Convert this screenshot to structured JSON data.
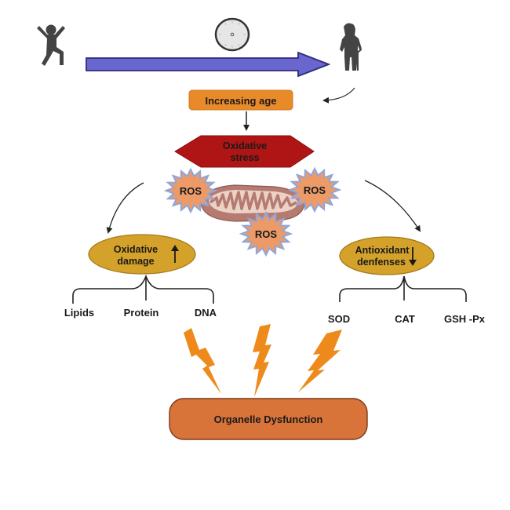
{
  "diagram": {
    "timeline": {
      "young_person_icon": "person-jumping",
      "clock_icon": "clock",
      "elderly_person_icon": "elderly-person-with-cane",
      "arrow_color": "#6a66d0"
    },
    "increasing_age": {
      "label": "Increasing age",
      "color": "#e98a2a"
    },
    "oxidative_stress": {
      "line1": "Oxidative",
      "line2": "stress",
      "color": "#b01515"
    },
    "ros_bursts": [
      {
        "label": "ROS"
      },
      {
        "label": "ROS"
      },
      {
        "label": "ROS"
      }
    ],
    "mitochondrion": {
      "icon": "mitochondrion"
    },
    "oxidative_damage": {
      "line1": "Oxidative",
      "line2": "damage",
      "trend": "up",
      "color": "#d4a22a",
      "targets": [
        "Lipids",
        "Protein",
        "DNA"
      ]
    },
    "antioxidant_defenses": {
      "line1": "Antioxidant",
      "line2": "denfenses",
      "trend": "down",
      "color": "#d4a22a",
      "enzymes": [
        "SOD",
        "CAT",
        "GSH -Px"
      ]
    },
    "lightning_color": "#ee8a1c",
    "organelle_dysfunction": {
      "label": "Organelle Dysfunction",
      "color": "#d8733a"
    }
  }
}
